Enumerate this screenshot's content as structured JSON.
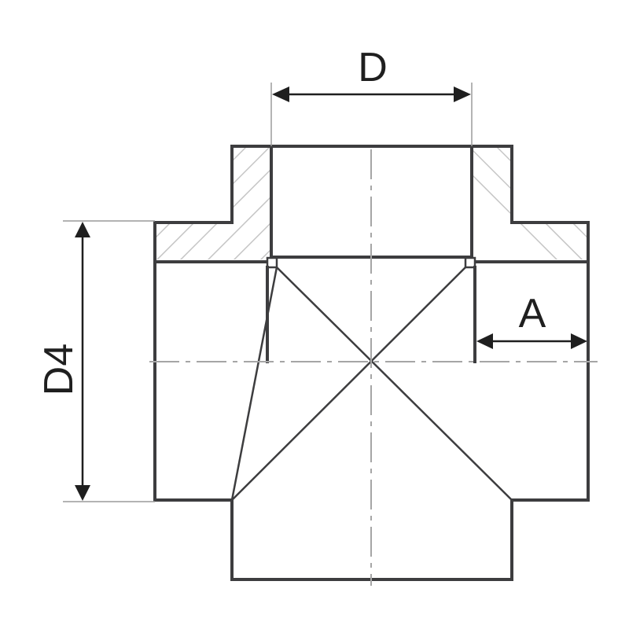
{
  "figure": {
    "type": "technical-drawing",
    "subject": "pipe cross fitting, half section",
    "colors": {
      "outline": "#3d3d3f",
      "hatch": "#c4c4c4",
      "centerline": "#a6a6a6",
      "dimension": "#1f1f1f",
      "background": "#ffffff"
    }
  },
  "dimensions": {
    "top_width": {
      "label": "D"
    },
    "left_height": {
      "label": "D4"
    },
    "right_depth": {
      "label": "A"
    }
  }
}
